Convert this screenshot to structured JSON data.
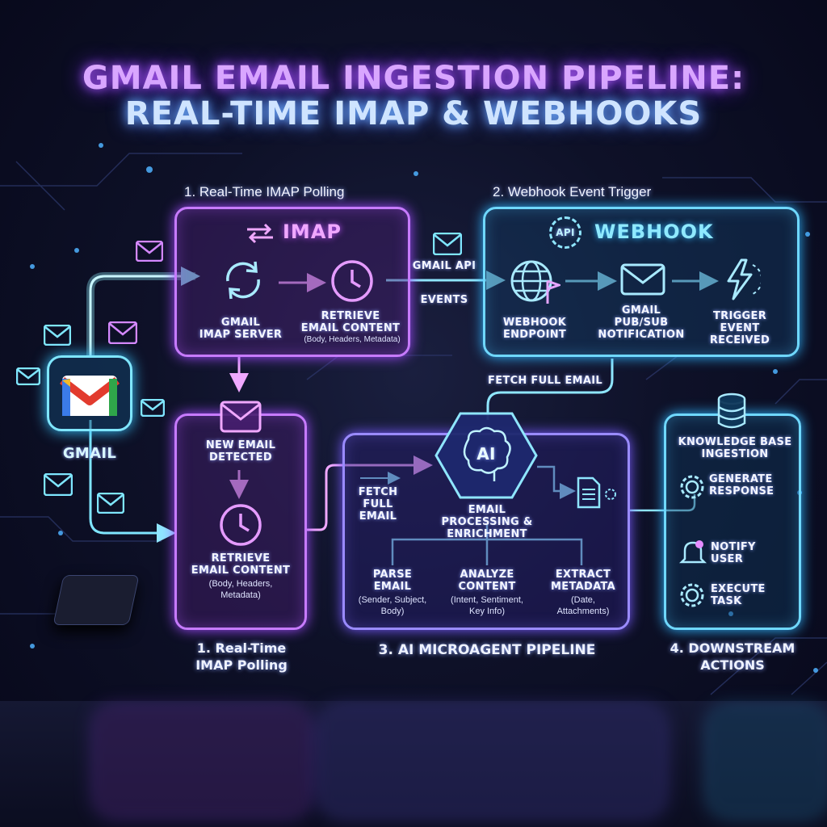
{
  "title": {
    "line1": "GMAIL EMAIL INGESTION PIPELINE:",
    "line2": "REAL-TIME IMAP & WEBHOOKS"
  },
  "section_labels": {
    "imap_top": "1. Real-Time IMAP Polling",
    "webhook_top": "2. Webhook Event Trigger",
    "imap_bottom": "1. Real-Time\nIMAP Polling",
    "ai": "3. AI MICROAGENT PIPELINE",
    "downstream": "4. DOWNSTREAM\nACTIONS"
  },
  "gmail": {
    "label": "GMAIL"
  },
  "imap_panel": {
    "header": "IMAP",
    "server": "GMAIL\nIMAP SERVER",
    "retrieve": "RETRIEVE\nEMAIL CONTENT",
    "retrieve_sub": "(Body, Headers, Metadata)"
  },
  "connector": {
    "top": "GMAIL API",
    "bottom": "EVENTS"
  },
  "webhook_panel": {
    "header": "WEBHOOK",
    "api_badge": "API",
    "endpoint": "WEBHOOK\nENDPOINT",
    "pubsub": "GMAIL\nPUB/SUB\nNOTIFICATION",
    "trigger": "TRIGGER\nEVENT\nRECEIVED"
  },
  "fetch_full_email": "FETCH FULL EMAIL",
  "polling_panel": {
    "detected": "NEW EMAIL\nDETECTED",
    "retrieve": "RETRIEVE\nEMAIL CONTENT",
    "retrieve_sub": "(Body, Headers,\nMetadata)"
  },
  "ai_panel": {
    "badge": "AI",
    "fetch": "FETCH\nFULL\nEMAIL",
    "processing": "EMAIL\nPROCESSING &\nENRICHMENT",
    "parse": "PARSE\nEMAIL",
    "parse_sub": "(Sender, Subject,\nBody)",
    "analyze": "ANALYZE\nCONTENT",
    "analyze_sub": "(Intent, Sentiment,\nKey Info)",
    "extract": "EXTRACT\nMETADATA",
    "extract_sub": "(Date,\nAttachments)"
  },
  "downstream_panel": {
    "kb": "KNOWLEDGE BASE\nINGESTION",
    "generate": "GENERATE\nRESPONSE",
    "notify": "NOTIFY\nUSER",
    "execute": "EXECUTE\nTASK"
  },
  "colors": {
    "imap": "#c77bff",
    "webhook": "#6fd8ff",
    "ai": "#9a8bff",
    "background": "#0b0d1c"
  }
}
